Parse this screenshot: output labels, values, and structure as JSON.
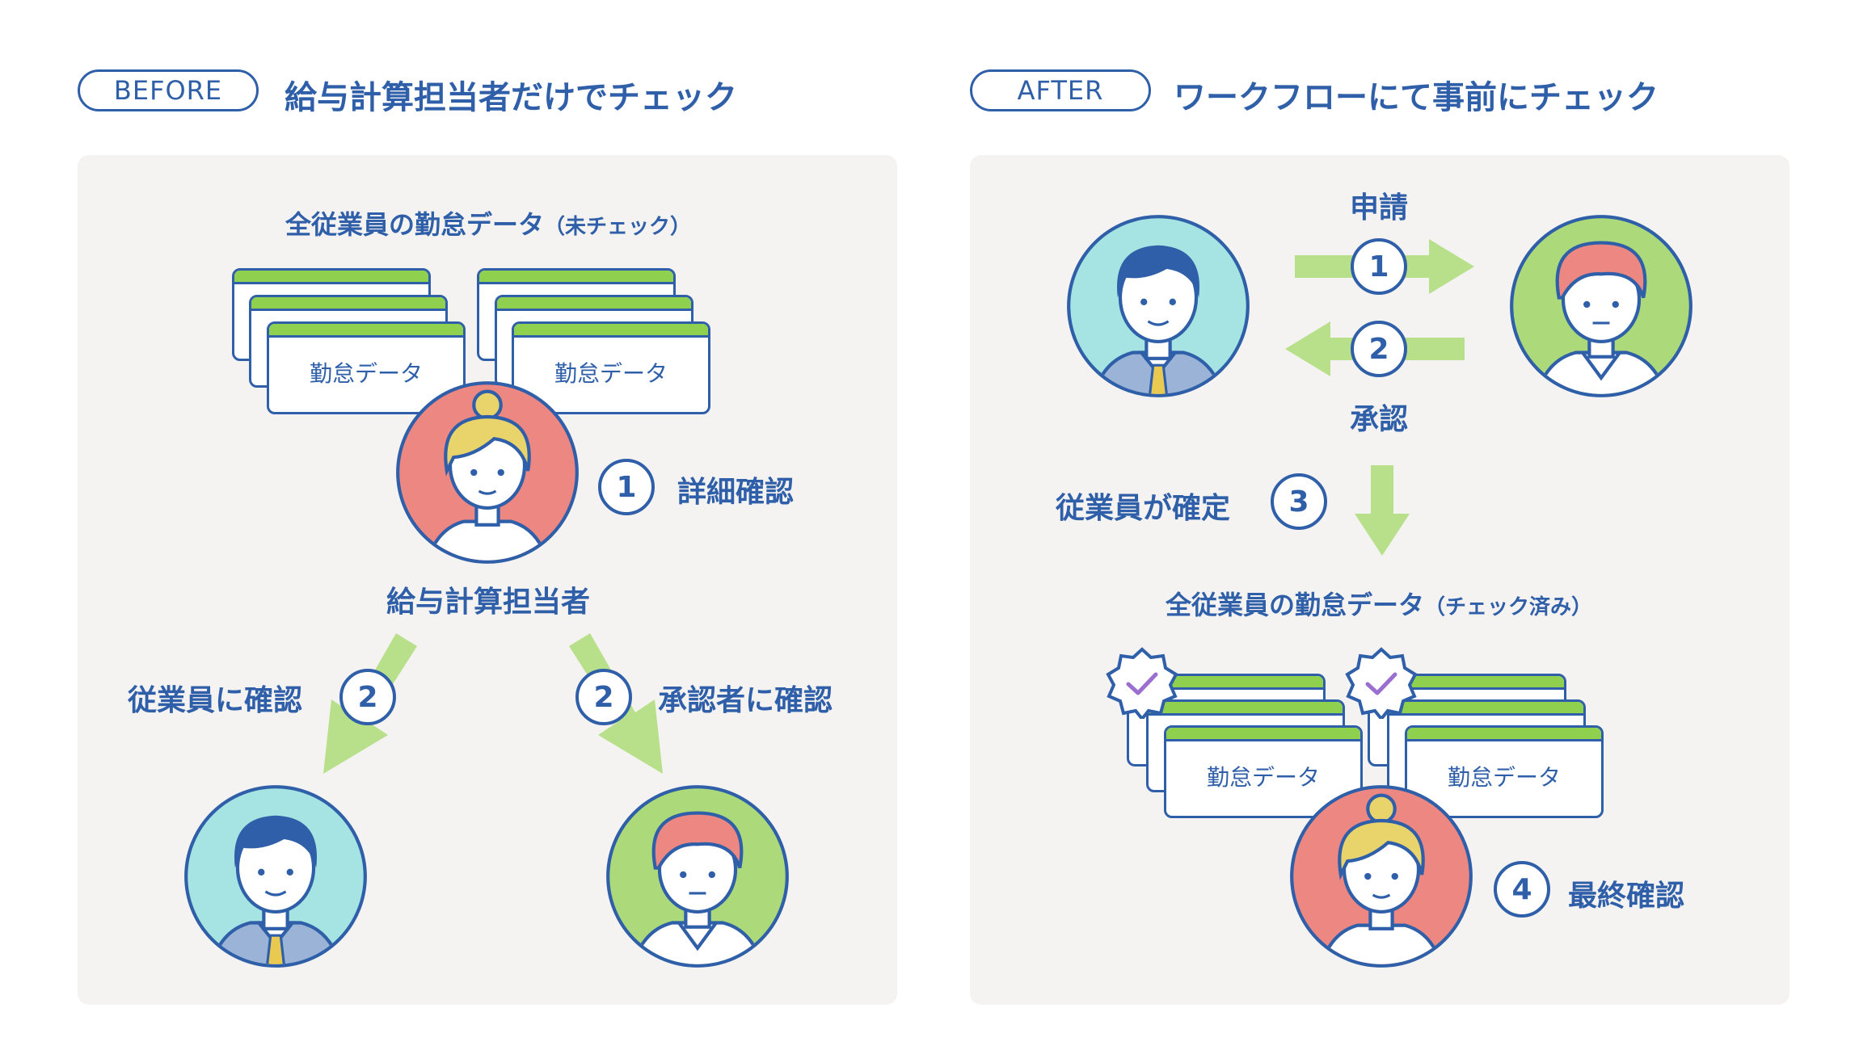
{
  "before": {
    "tag": "BEFORE",
    "heading": "給与計算担当者だけでチェック",
    "data_title": "全従業員の勤怠データ",
    "data_title_note": "（未チェック）",
    "cards": [
      "勤怠データ",
      "勤怠データ"
    ],
    "step1_num": "1",
    "step1_label": "詳細確認",
    "payroll_label": "給与計算担当者",
    "step2a_num": "2",
    "step2a_label": "従業員に確認",
    "step2b_num": "2",
    "step2b_label": "承認者に確認"
  },
  "after": {
    "tag": "AFTER",
    "heading": "ワークフローにて事前にチェック",
    "apply_label": "申請",
    "step1_num": "1",
    "step2_num": "2",
    "approve_label": "承認",
    "step3_label": "従業員が確定",
    "step3_num": "3",
    "data_title": "全従業員の勤怠データ",
    "data_title_note": "（チェック済み）",
    "cards": [
      "勤怠データ",
      "勤怠データ"
    ],
    "step4_num": "4",
    "step4_label": "最終確認"
  },
  "colors": {
    "primary": "#2f5fa8",
    "panel": "#f4f3f1",
    "arrow_green": "#b8e08a",
    "card_bar": "#8fd14f",
    "check_purple": "#9b6fd0",
    "avatar_teal": "#a6e3e3",
    "avatar_green": "#acd97a",
    "avatar_red": "#ec8782"
  }
}
